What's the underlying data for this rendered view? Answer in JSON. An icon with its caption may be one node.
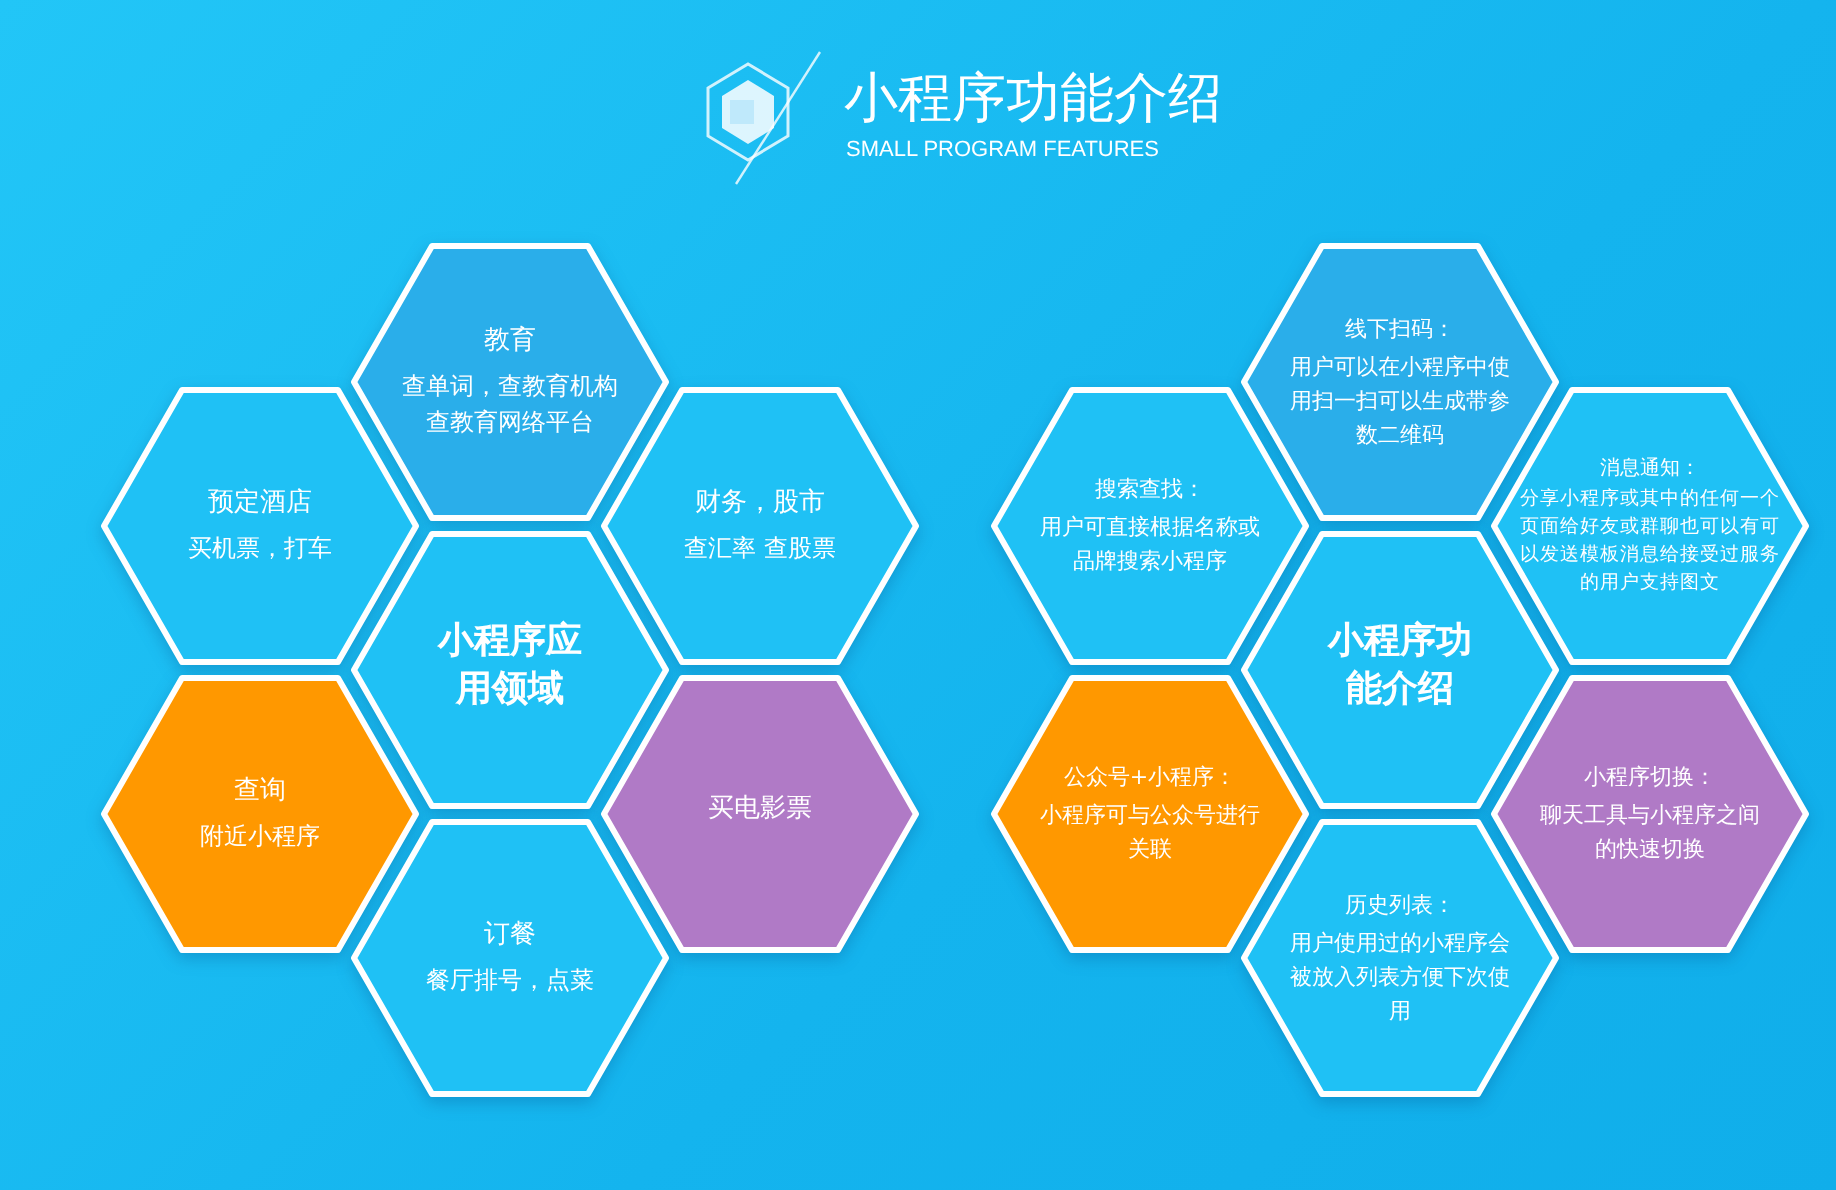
{
  "diagram": {
    "title": "小程序功能介绍",
    "nodes": [
      {
        "text": [
          "教育",
          "查单词，查教育机构查教育网络平台"
        ]
      },
      {
        "text": [
          "预定酒店",
          "买机票，打车"
        ]
      },
      {
        "text": [
          "财务，股市",
          "查汇率 查股票"
        ]
      },
      {
        "text": [
          "小程序应用领域"
        ]
      },
      {
        "text": [
          "查询",
          "附近小程序"
        ]
      },
      {
        "text": [
          "买电影票"
        ]
      },
      {
        "text": [
          "订餐",
          "餐厅排号，点菜"
        ]
      },
      {
        "text": [
          "线下扫码：",
          "用户可以在小程序中使用扫一扫可以生成带参数二维码"
        ]
      },
      {
        "text": [
          "搜索查找：",
          "用户可直接根据名称或品牌搜索小程序"
        ]
      },
      {
        "text": [
          "消息通知：",
          "分享小程序或其中的任何一个页面给好友或群聊也可以有可以发送模板消息给接受过服务的用户支持图文"
        ]
      },
      {
        "text": [
          "小程序功能介绍"
        ]
      },
      {
        "text": [
          "公众号+小程序：",
          "小程序可与公众号进行关联"
        ]
      },
      {
        "text": [
          "小程序切换：",
          "聊天工具与小程序之间的快速切换"
        ]
      },
      {
        "text": [
          "历史列表：",
          "用户使用过的小程序会被放入列表方便下次使用"
        ]
      }
    ],
    "edges": [],
    "labels": [
      "SMALL PROGRAM FEATURES"
    ]
  }
}
